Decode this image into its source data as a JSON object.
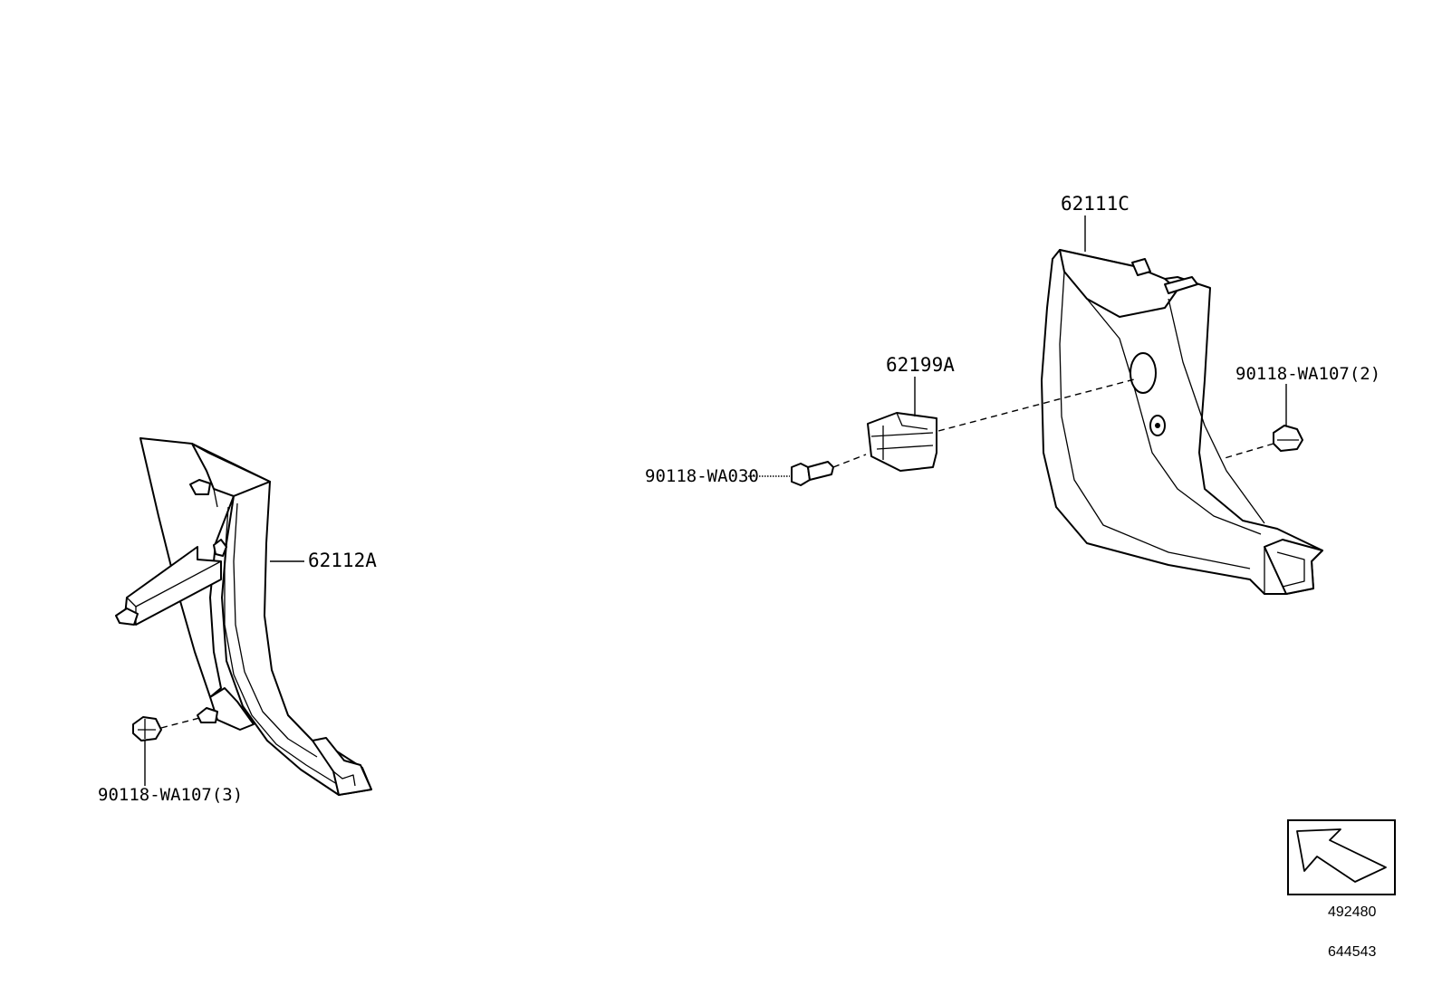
{
  "diagram": {
    "parts": {
      "trim_rear": "62111C",
      "clip_bracket": "62199A",
      "screw": "90118-WA030",
      "clip_right": "90118-WA107(2)",
      "trim_front": "62112A",
      "clip_left": "90118-WA107(3)"
    },
    "direction_box": {
      "icon": "front-direction-arrow-icon",
      "id": "492480"
    },
    "illustration_id": "644543"
  }
}
